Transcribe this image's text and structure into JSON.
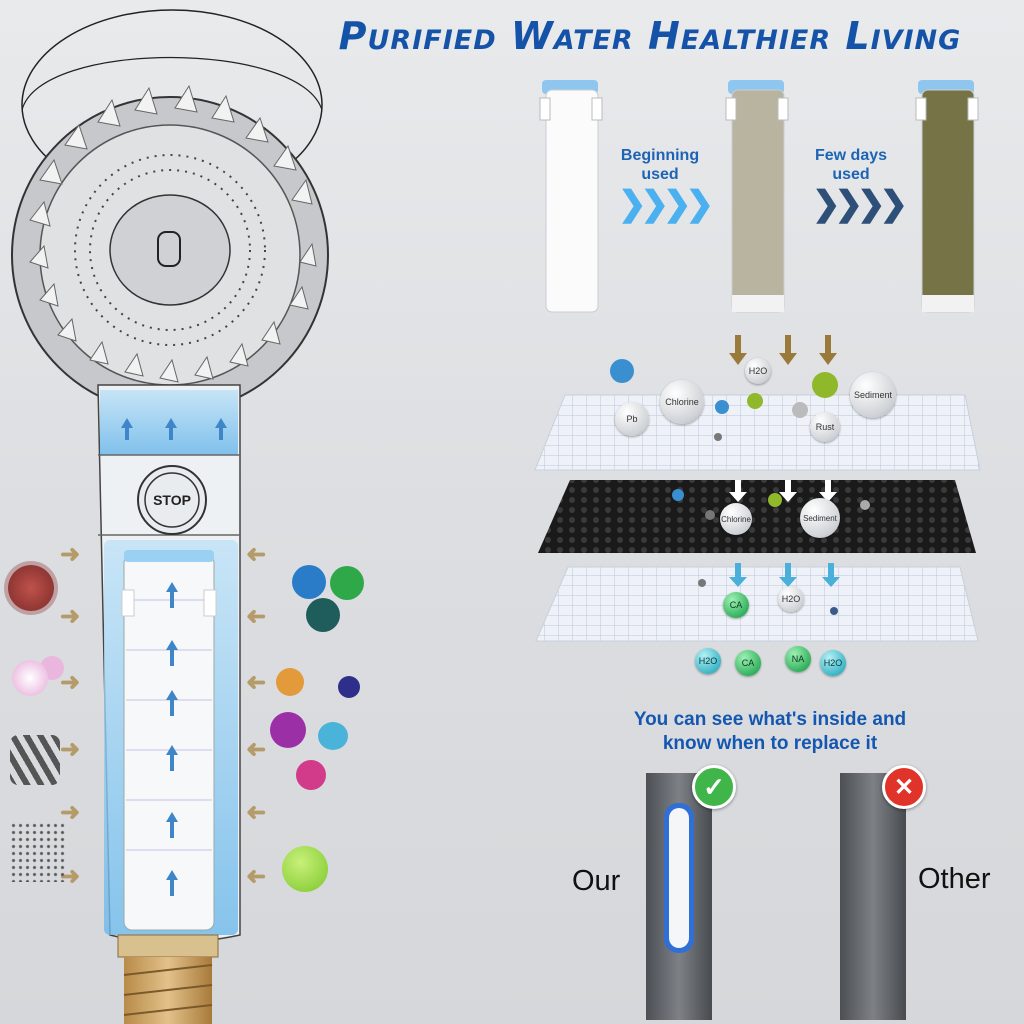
{
  "headline": "Purified Water Healthier Living",
  "stages": {
    "beginning": "Beginning used",
    "few_days": "Few days used"
  },
  "shower": {
    "stop_label": "STOP"
  },
  "particles": {
    "h2o": "H2O",
    "chlorine": "Chlorine",
    "sediment": "Sediment",
    "pb": "Pb",
    "rust": "Rust",
    "ca": "CA",
    "na": "NA"
  },
  "inside_note": {
    "line1": "You can see what's inside and",
    "line2": "know when to replace it"
  },
  "comparison": {
    "ours": "Our",
    "other": "Other"
  },
  "icons": [
    "check-icon",
    "cross-icon",
    "arrow-up-icon",
    "arrow-down-icon",
    "chevron-right-icon"
  ],
  "colors": {
    "headline": "#1453a8",
    "accent_blue": "#3f9be0",
    "good": "#3fb54a",
    "bad": "#e0342b",
    "arrow_gold": "#b59a6a"
  }
}
